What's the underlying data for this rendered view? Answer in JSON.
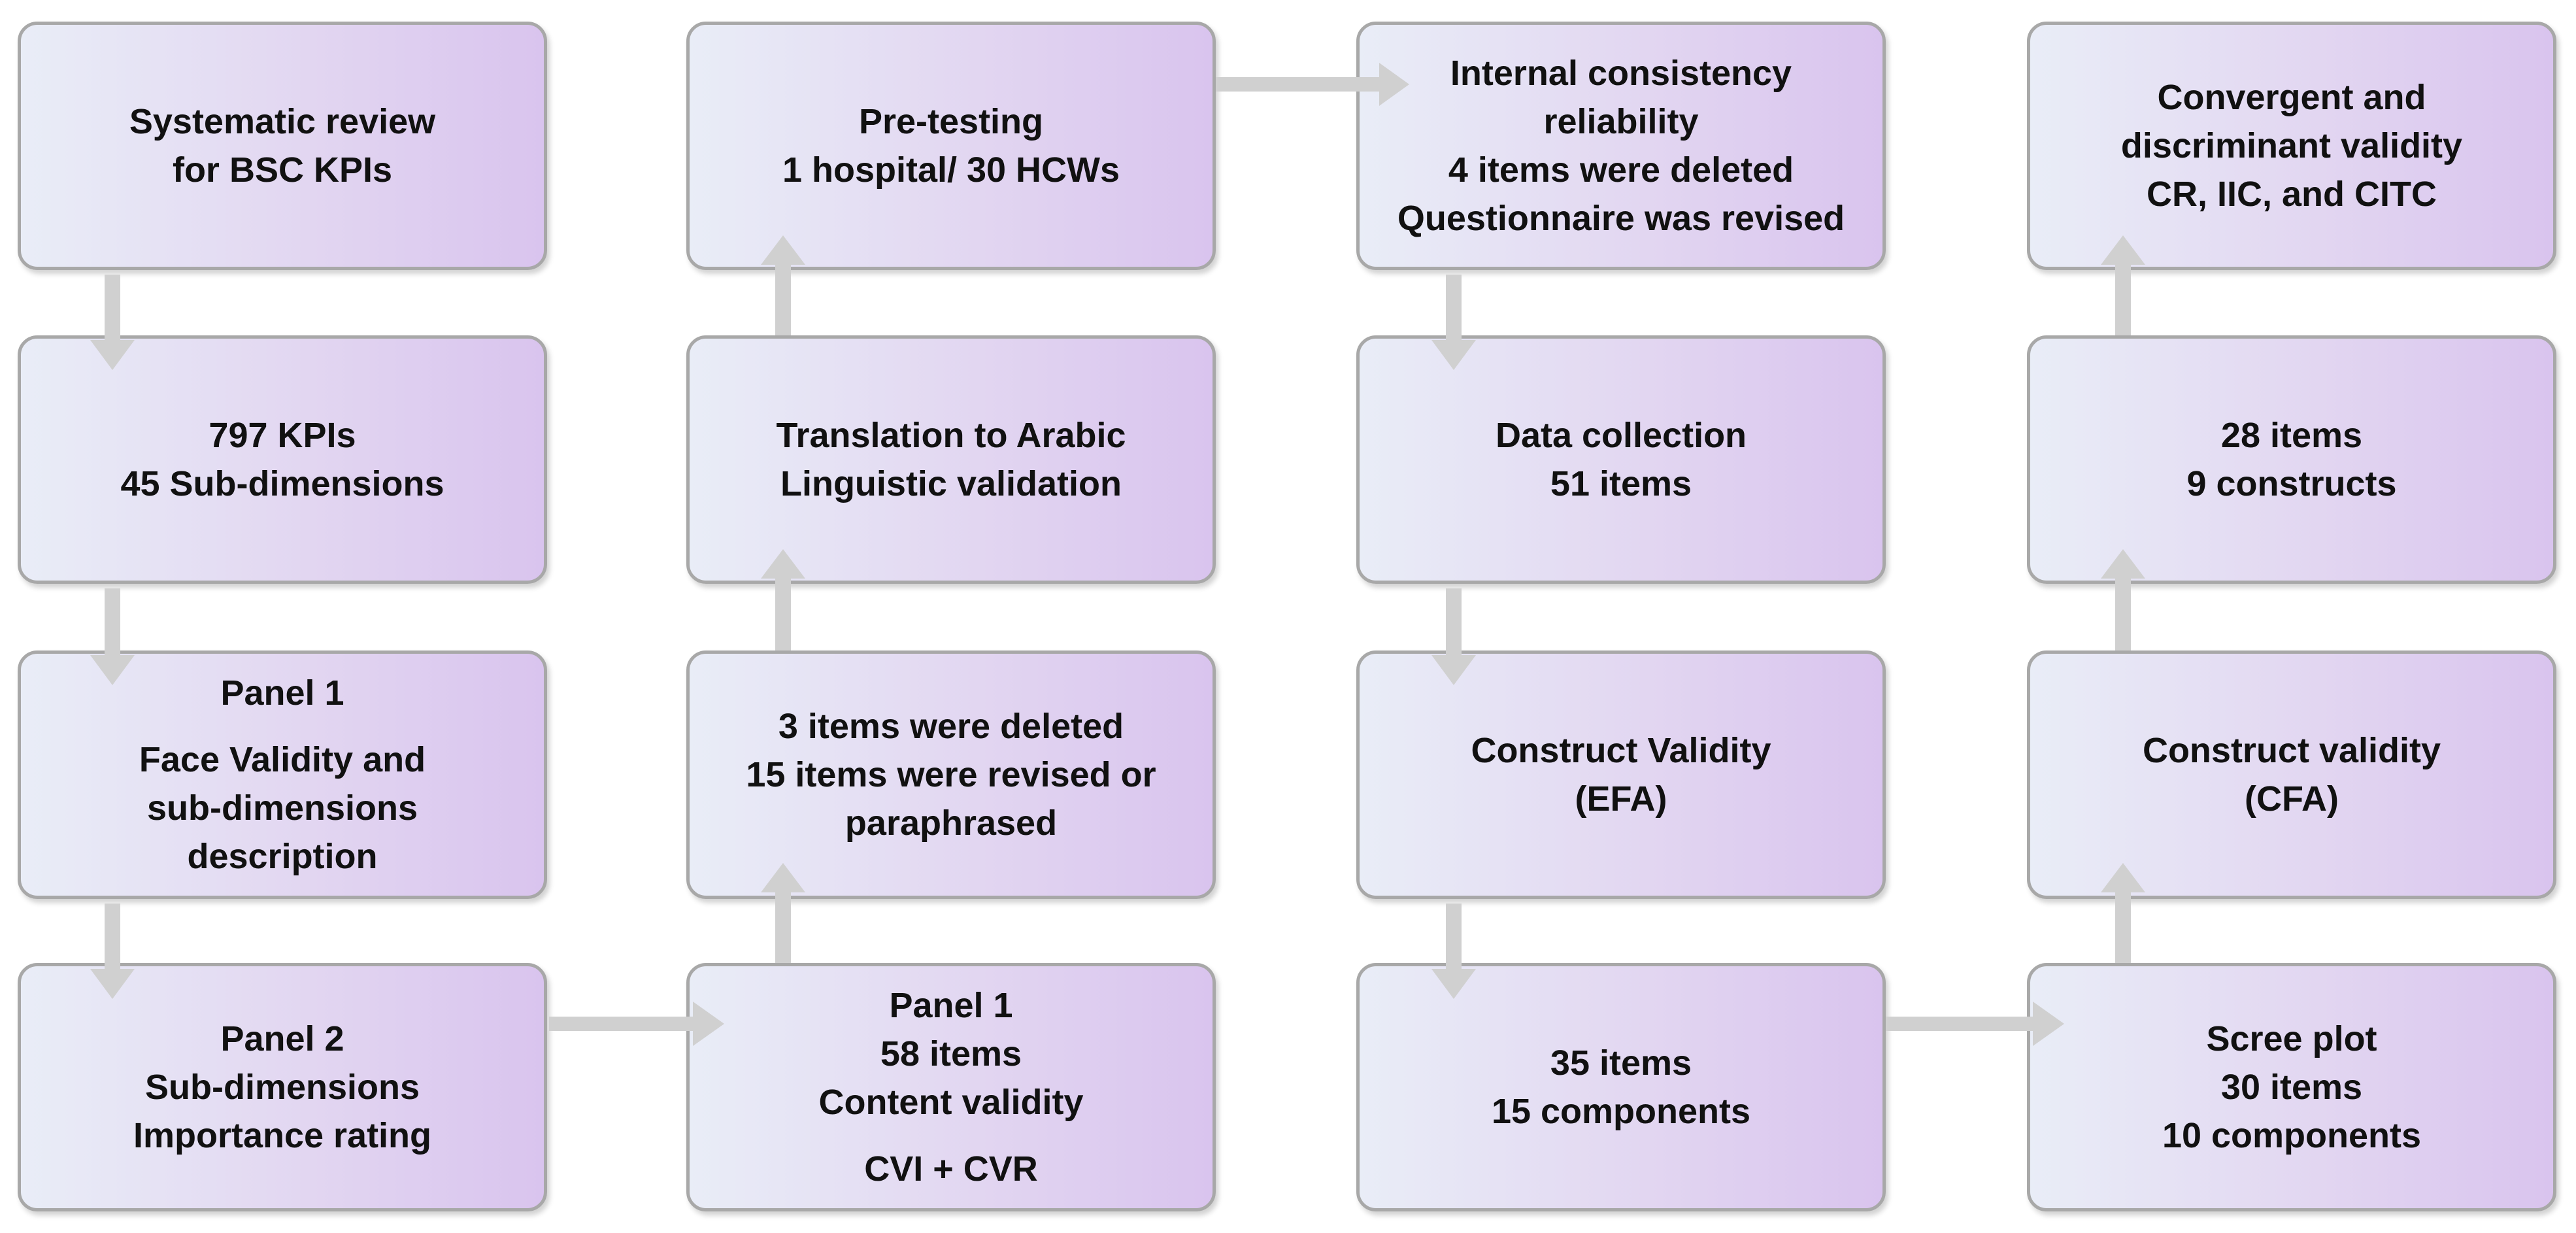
{
  "boxes": {
    "systematic_review": {
      "lines": [
        "Systematic review",
        "for BSC KPIs"
      ]
    },
    "kpis": {
      "lines": [
        "797 KPIs",
        "45 Sub-dimensions"
      ]
    },
    "panel1_face": {
      "lines": [
        "Panel 1",
        "Face Validity and",
        "sub-dimensions",
        "description"
      ]
    },
    "panel2": {
      "lines": [
        "Panel 2",
        "Sub-dimensions",
        "Importance rating"
      ]
    },
    "pretesting": {
      "lines": [
        "Pre-testing",
        "1 hospital/ 30 HCWs"
      ]
    },
    "translation": {
      "lines": [
        "Translation to Arabic",
        "Linguistic validation"
      ]
    },
    "deleted_revised": {
      "lines": [
        "3 items were deleted",
        "15 items were revised or",
        "paraphrased"
      ]
    },
    "panel1_content": {
      "lines": [
        "Panel 1",
        "58 items",
        "Content validity",
        "CVI + CVR"
      ]
    },
    "internal_consistency": {
      "lines": [
        "Internal consistency",
        "reliability",
        "4 items were deleted",
        "Questionnaire was revised"
      ]
    },
    "data_collection": {
      "lines": [
        "Data collection",
        "51 items"
      ]
    },
    "construct_efa": {
      "lines": [
        "Construct Validity",
        "(EFA)"
      ]
    },
    "items35": {
      "lines": [
        "35 items",
        "15 components"
      ]
    },
    "convergent": {
      "lines": [
        "Convergent and",
        "discriminant validity",
        "CR, IIC, and CITC"
      ]
    },
    "items28": {
      "lines": [
        "28 items",
        "9 constructs"
      ]
    },
    "construct_cfa": {
      "lines": [
        "Construct validity",
        "(CFA)"
      ]
    },
    "scree": {
      "lines": [
        "Scree plot",
        "30 items",
        "10 components"
      ]
    }
  },
  "colors": {
    "arrow": "#d0d0d0",
    "border": "#a8a8a8"
  }
}
